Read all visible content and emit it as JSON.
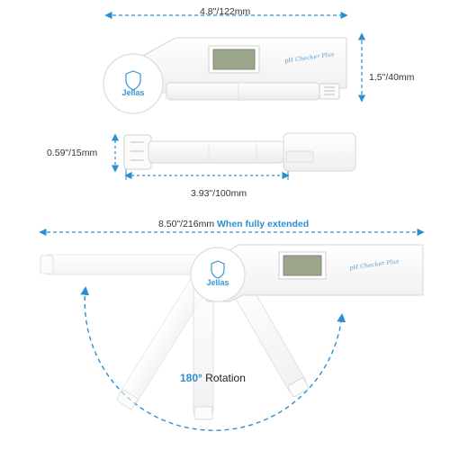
{
  "dimensions": {
    "length": "4.8\"/122mm",
    "height": "1.5\"/40mm",
    "cap_height": "0.59\"/15mm",
    "probe_length": "3.93\"/100mm",
    "extended_length": "8.50\"/216mm",
    "extended_note": "When fully extended"
  },
  "device": {
    "brand": "Jellas",
    "model": "pH Checker Plus"
  },
  "rotation": {
    "degrees": "180°",
    "label": "Rotation"
  },
  "colors": {
    "accent": "#2a8fd1",
    "body": "#f7f7f7",
    "outline": "#d9d9d9",
    "lcd": "#9aa58c"
  }
}
